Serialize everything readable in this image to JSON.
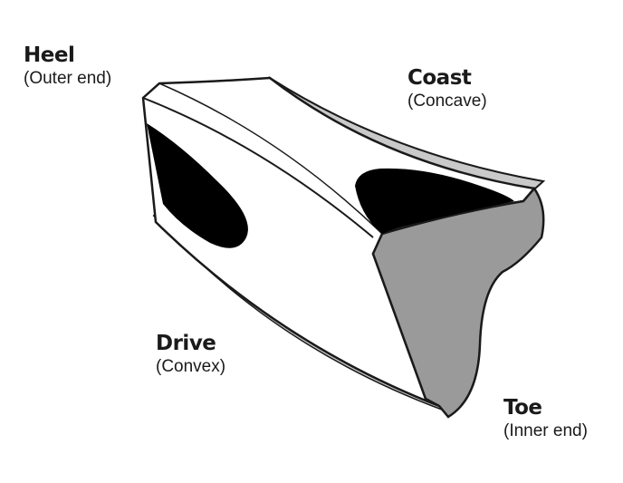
{
  "labels": {
    "heel": {
      "title": "Heel",
      "subtitle": "(Outer end)"
    },
    "coast": {
      "title": "Coast",
      "subtitle": "(Concave)"
    },
    "drive": {
      "title": "Drive",
      "subtitle": "(Convex)"
    },
    "toe": {
      "title": "Toe",
      "subtitle": "(Inner end)"
    }
  },
  "colors": {
    "outline": "#1a1a1a",
    "face": "#ffffff",
    "flange": "#c9c9c9",
    "toe_end": "#9a9a9a",
    "contact_pattern": "#000000"
  }
}
